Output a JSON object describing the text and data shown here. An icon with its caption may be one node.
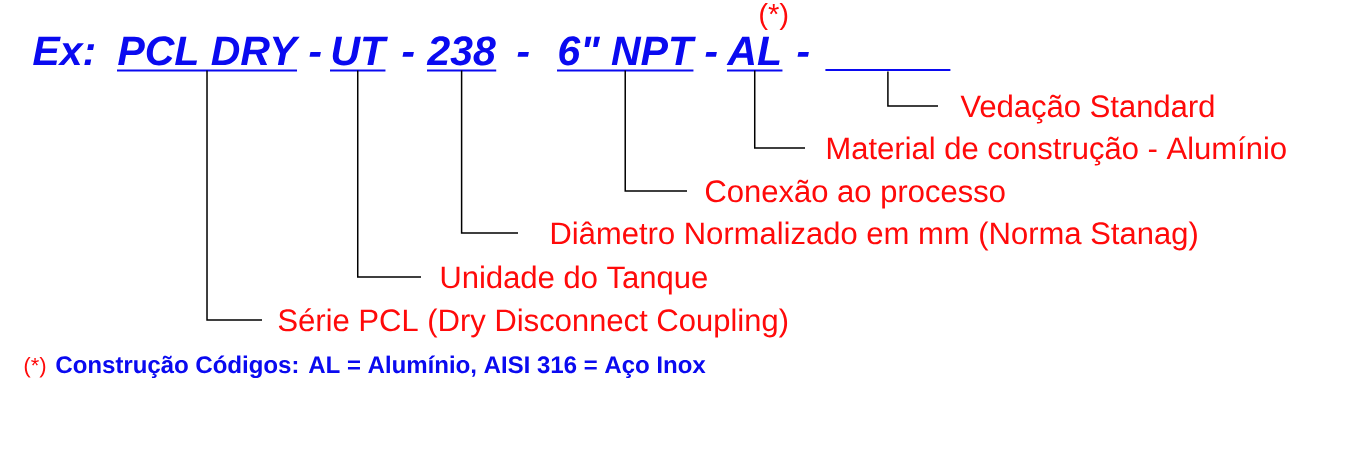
{
  "diagram": {
    "nodes": [
      {
        "text": [
          "PCL DRY"
        ]
      },
      {
        "text": [
          "UT"
        ]
      },
      {
        "text": [
          "238"
        ]
      },
      {
        "text": [
          "6\" NPT"
        ]
      },
      {
        "text": [
          "AL"
        ],
        "beside": [
          "(*)"
        ]
      },
      {
        "text": [],
        "shape": "line"
      },
      {
        "text": [
          "Vedação Standard"
        ]
      },
      {
        "text": [
          "Material de construção - Alumínio"
        ]
      },
      {
        "text": [
          "Conexão ao processo"
        ]
      },
      {
        "text": [
          "Diâmetro Normalizado em mm (Norma Stanag)"
        ]
      },
      {
        "text": [
          "Unidade do Tanque"
        ]
      },
      {
        "text": [
          "Série PCL (Dry Disconnect Coupling)"
        ]
      }
    ],
    "edges": [
      {
        "from": 0,
        "to": 11,
        "arrow": "none"
      },
      {
        "from": 1,
        "to": 10,
        "arrow": "none"
      },
      {
        "from": 2,
        "to": 9,
        "arrow": "none"
      },
      {
        "from": 3,
        "to": 8,
        "arrow": "none"
      },
      {
        "from": 4,
        "to": 7,
        "arrow": "none"
      },
      {
        "from": 5,
        "to": 6,
        "arrow": "none"
      }
    ],
    "labels": [
      "Ex:",
      "-",
      "-",
      "-",
      "-",
      "-",
      "(*)",
      "Construção Códigos: AL = Alumínio, AISI 316 = Aço Inox"
    ]
  }
}
